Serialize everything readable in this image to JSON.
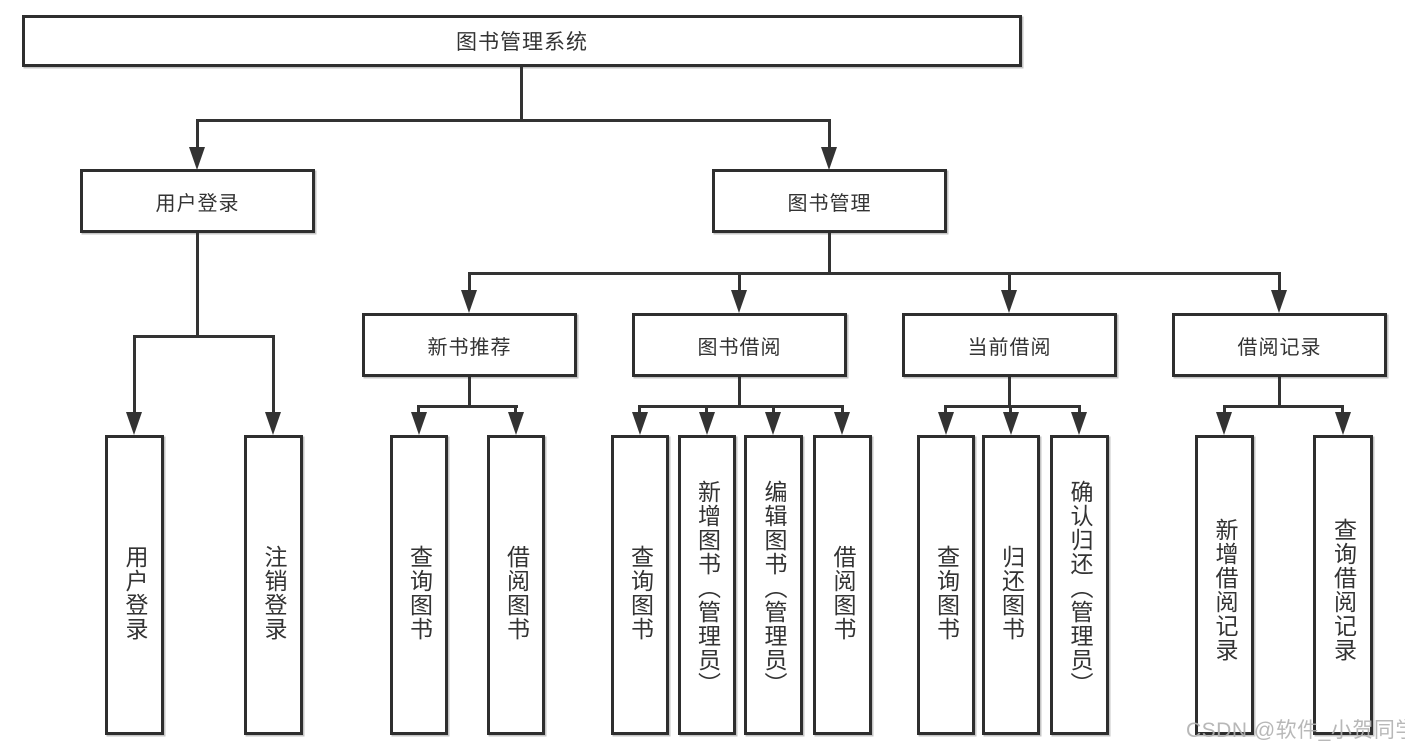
{
  "diagram_title": "图书管理系统",
  "nodes": {
    "root": "图书管理系统",
    "user_login": "用户登录",
    "book_mgmt": "图书管理",
    "new_book_rec": "新书推荐",
    "book_borrow": "图书借阅",
    "current_borrow": "当前借阅",
    "borrow_record": "借阅记录",
    "login_leaf": "用户登录",
    "logout_leaf": "注销登录",
    "rec_query_book": "查询图书",
    "rec_borrow_book": "借阅图书",
    "bor_query_book": "查询图书",
    "bor_add_book": "新增图书（管理员）",
    "bor_edit_book": "编辑图书（管理员）",
    "bor_borrow_book": "借阅图书",
    "cur_query_book": "查询图书",
    "cur_return_book": "归还图书",
    "cur_confirm_return": "确认归还（管理员）",
    "his_add_record": "新增借阅记录",
    "his_query_record": "查询借阅记录"
  },
  "watermark": "CSDN @软件_小贺同学",
  "colors": {
    "line": "#333333",
    "border": "#2e2e2e",
    "text": "#333333",
    "watermark": "#b2b2b2",
    "background": "#ffffff"
  }
}
